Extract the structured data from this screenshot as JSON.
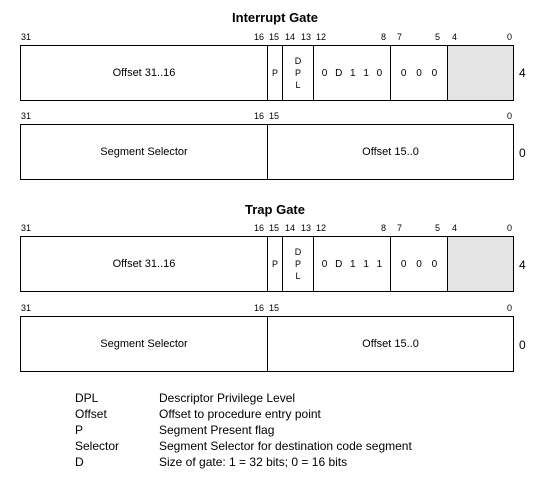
{
  "interrupt_gate": {
    "title": "Interrupt Gate",
    "upper": {
      "bits": [
        "31",
        "16",
        "15",
        "14",
        "13",
        "12",
        "8",
        "7",
        "5",
        "4",
        "0"
      ],
      "offset_label": "Offset 31..16",
      "p": "P",
      "dpl": [
        "D",
        "P",
        "L"
      ],
      "type": [
        "0",
        "D",
        "1",
        "1",
        "0"
      ],
      "zeros": [
        "0",
        "0",
        "0"
      ],
      "byte_offset": "4"
    },
    "lower": {
      "bits": [
        "31",
        "16",
        "15",
        "0"
      ],
      "selector_label": "Segment Selector",
      "offset_label": "Offset 15..0",
      "byte_offset": "0"
    }
  },
  "trap_gate": {
    "title": "Trap Gate",
    "upper": {
      "bits": [
        "31",
        "16",
        "15",
        "14",
        "13",
        "12",
        "8",
        "7",
        "5",
        "4",
        "0"
      ],
      "offset_label": "Offset 31..16",
      "p": "P",
      "dpl": [
        "D",
        "P",
        "L"
      ],
      "type": [
        "0",
        "D",
        "1",
        "1",
        "1"
      ],
      "zeros": [
        "0",
        "0",
        "0"
      ],
      "byte_offset": "4"
    },
    "lower": {
      "bits": [
        "31",
        "16",
        "15",
        "0"
      ],
      "selector_label": "Segment Selector",
      "offset_label": "Offset 15..0",
      "byte_offset": "0"
    }
  },
  "legend": [
    {
      "term": "DPL",
      "desc": "Descriptor Privilege Level"
    },
    {
      "term": "Offset",
      "desc": "Offset to procedure entry point"
    },
    {
      "term": "P",
      "desc": "Segment Present flag"
    },
    {
      "term": "Selector",
      "desc": "Segment Selector for destination code segment"
    },
    {
      "term": "D",
      "desc": "Size of gate: 1 = 32 bits; 0 = 16 bits"
    }
  ]
}
